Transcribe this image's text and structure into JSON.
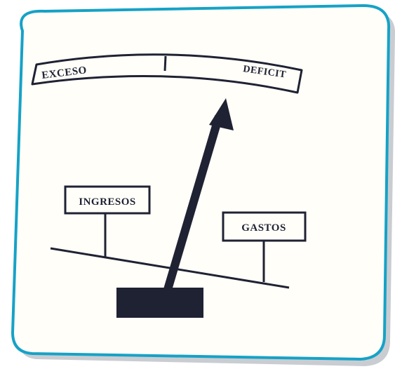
{
  "colors": {
    "frame_border": "#16a2c7",
    "shadow": "#c9cdd2",
    "ink": "#1f2233",
    "paper": "#fffef8"
  },
  "scale": {
    "left_label": "EXCESO",
    "right_label": "DEFICIT"
  },
  "signs": {
    "left": "INGRESOS",
    "right": "GASTOS"
  },
  "indicator": {
    "direction": "DEFICIT"
  }
}
